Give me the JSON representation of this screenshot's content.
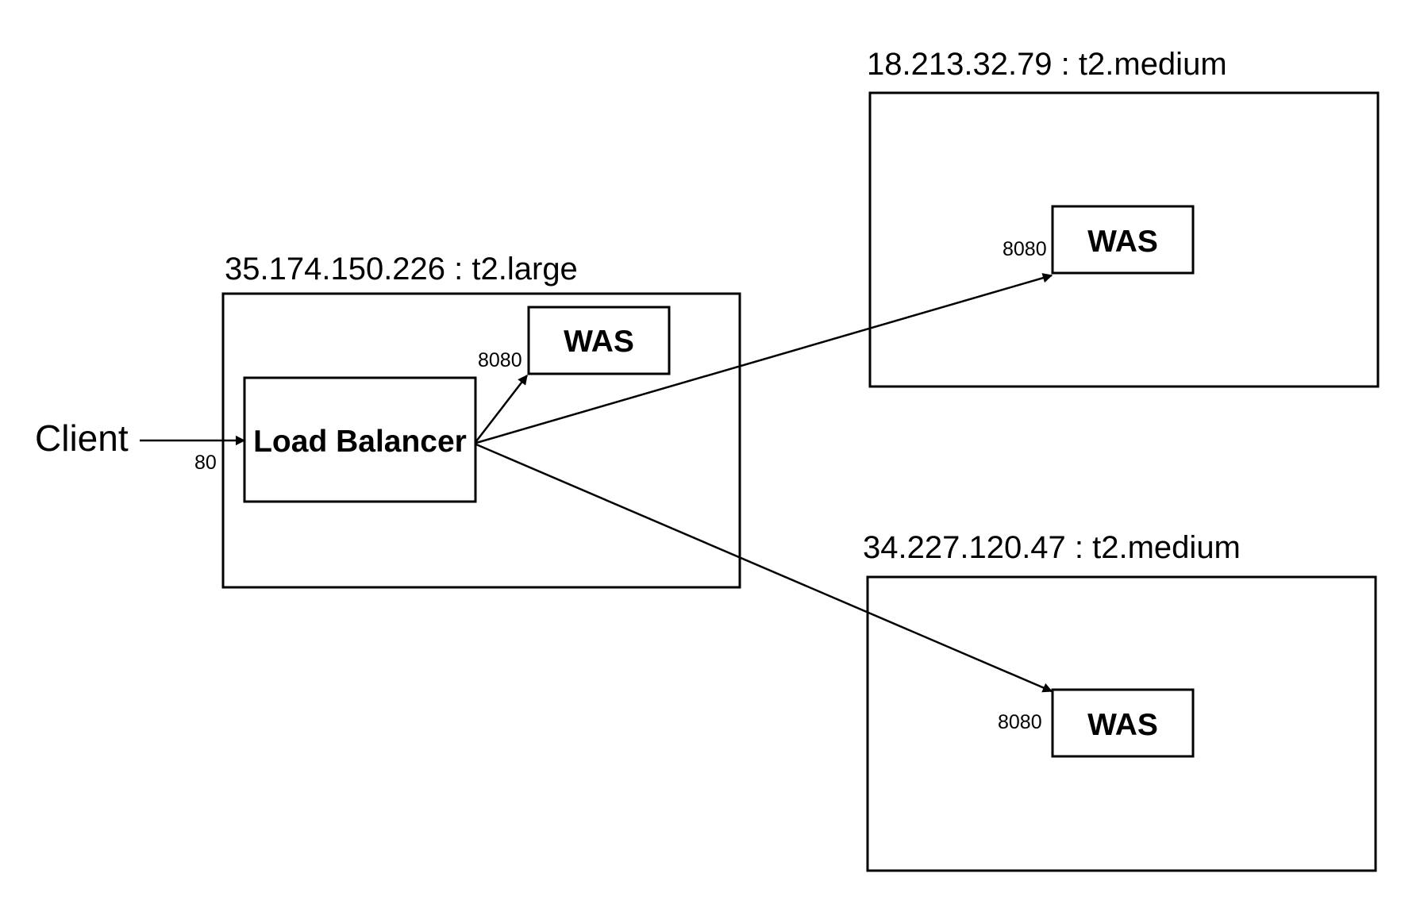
{
  "client": {
    "label": "Client",
    "port": "80"
  },
  "hosts": {
    "main": {
      "label": "35.174.150.226 : t2.large",
      "load_balancer": "Load Balancer",
      "was": {
        "label": "WAS",
        "port": "8080"
      }
    },
    "top": {
      "label": "18.213.32.79 : t2.medium",
      "was": {
        "label": "WAS",
        "port": "8080"
      }
    },
    "bottom": {
      "label": "34.227.120.47 : t2.medium",
      "was": {
        "label": "WAS",
        "port": "8080"
      }
    }
  },
  "colors": {
    "stroke": "#000000",
    "background": "#ffffff"
  }
}
